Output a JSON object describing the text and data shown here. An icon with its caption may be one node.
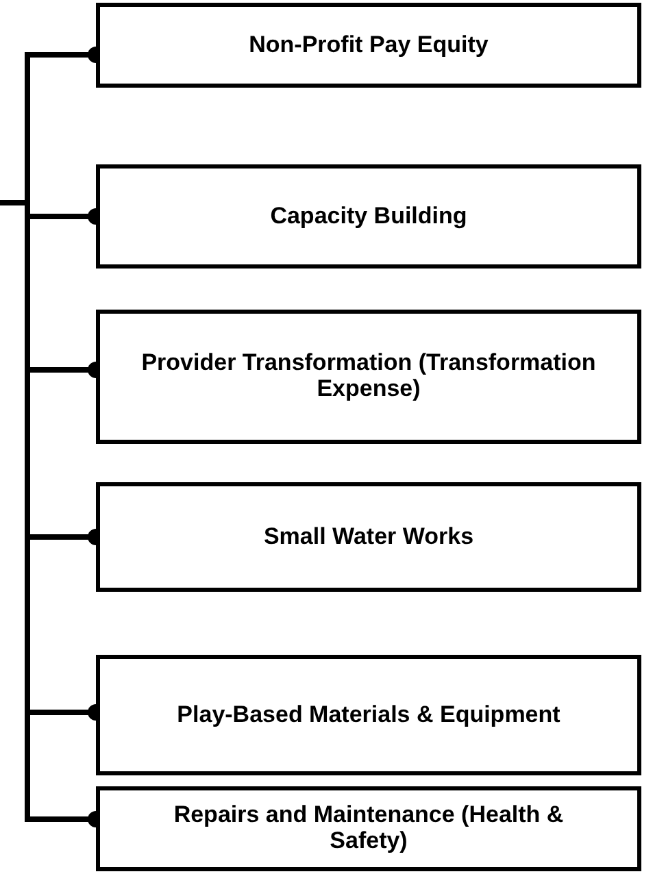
{
  "diagram": {
    "nodes": [
      {
        "text": [
          "Non-Profit Pay Equity"
        ]
      },
      {
        "text": [
          "Capacity Building"
        ]
      },
      {
        "text": [
          "Provider Transformation (Transformation Expense)"
        ]
      },
      {
        "text": [
          "Small Water Works"
        ]
      },
      {
        "text": [
          "Play-Based Materials & Equipment"
        ]
      },
      {
        "text": [
          "Repairs and Maintenance (Health & Safety)"
        ]
      }
    ],
    "edges": [
      {
        "from": null,
        "to": 0,
        "arrow": "other"
      },
      {
        "from": null,
        "to": 1,
        "arrow": "other"
      },
      {
        "from": null,
        "to": 2,
        "arrow": "other"
      },
      {
        "from": null,
        "to": 3,
        "arrow": "other"
      },
      {
        "from": null,
        "to": 4,
        "arrow": "other"
      },
      {
        "from": null,
        "to": 5,
        "arrow": "other"
      }
    ]
  }
}
